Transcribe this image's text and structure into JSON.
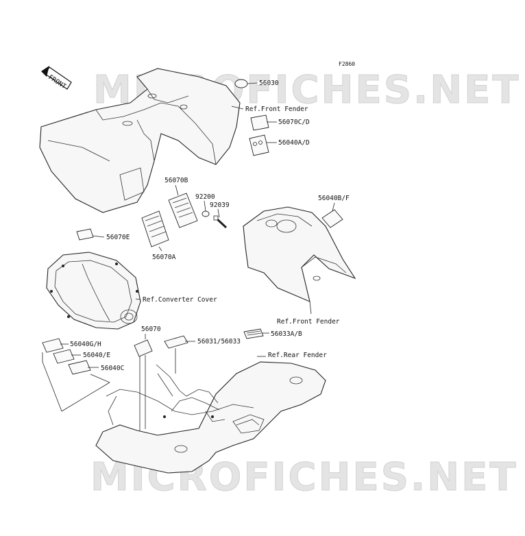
{
  "figure_code": "F2860",
  "front_marker": "FRONT",
  "watermark": "MICROFICHES.NET",
  "labels": {
    "p56030": "56030",
    "ref_front_fender_top": "Ref.Front Fender",
    "p56070cd": "56070C/D",
    "p56040ad": "56040A/D",
    "p56070b": "56070B",
    "p92200": "92200",
    "p92039": "92039",
    "p56040bf": "56040B/F",
    "p56070e": "56070E",
    "p56070a": "56070A",
    "ref_converter_cover": "Ref.Converter Cover",
    "ref_front_fender_mid": "Ref.Front Fender",
    "p56070": "56070",
    "p56031_56033": "56031/56033",
    "p56033ab": "56033A/B",
    "p56040gh": "56040G/H",
    "ref_rear_fender": "Ref.Rear Fender",
    "p56040e": "56040/E",
    "p56040c": "56040C"
  }
}
